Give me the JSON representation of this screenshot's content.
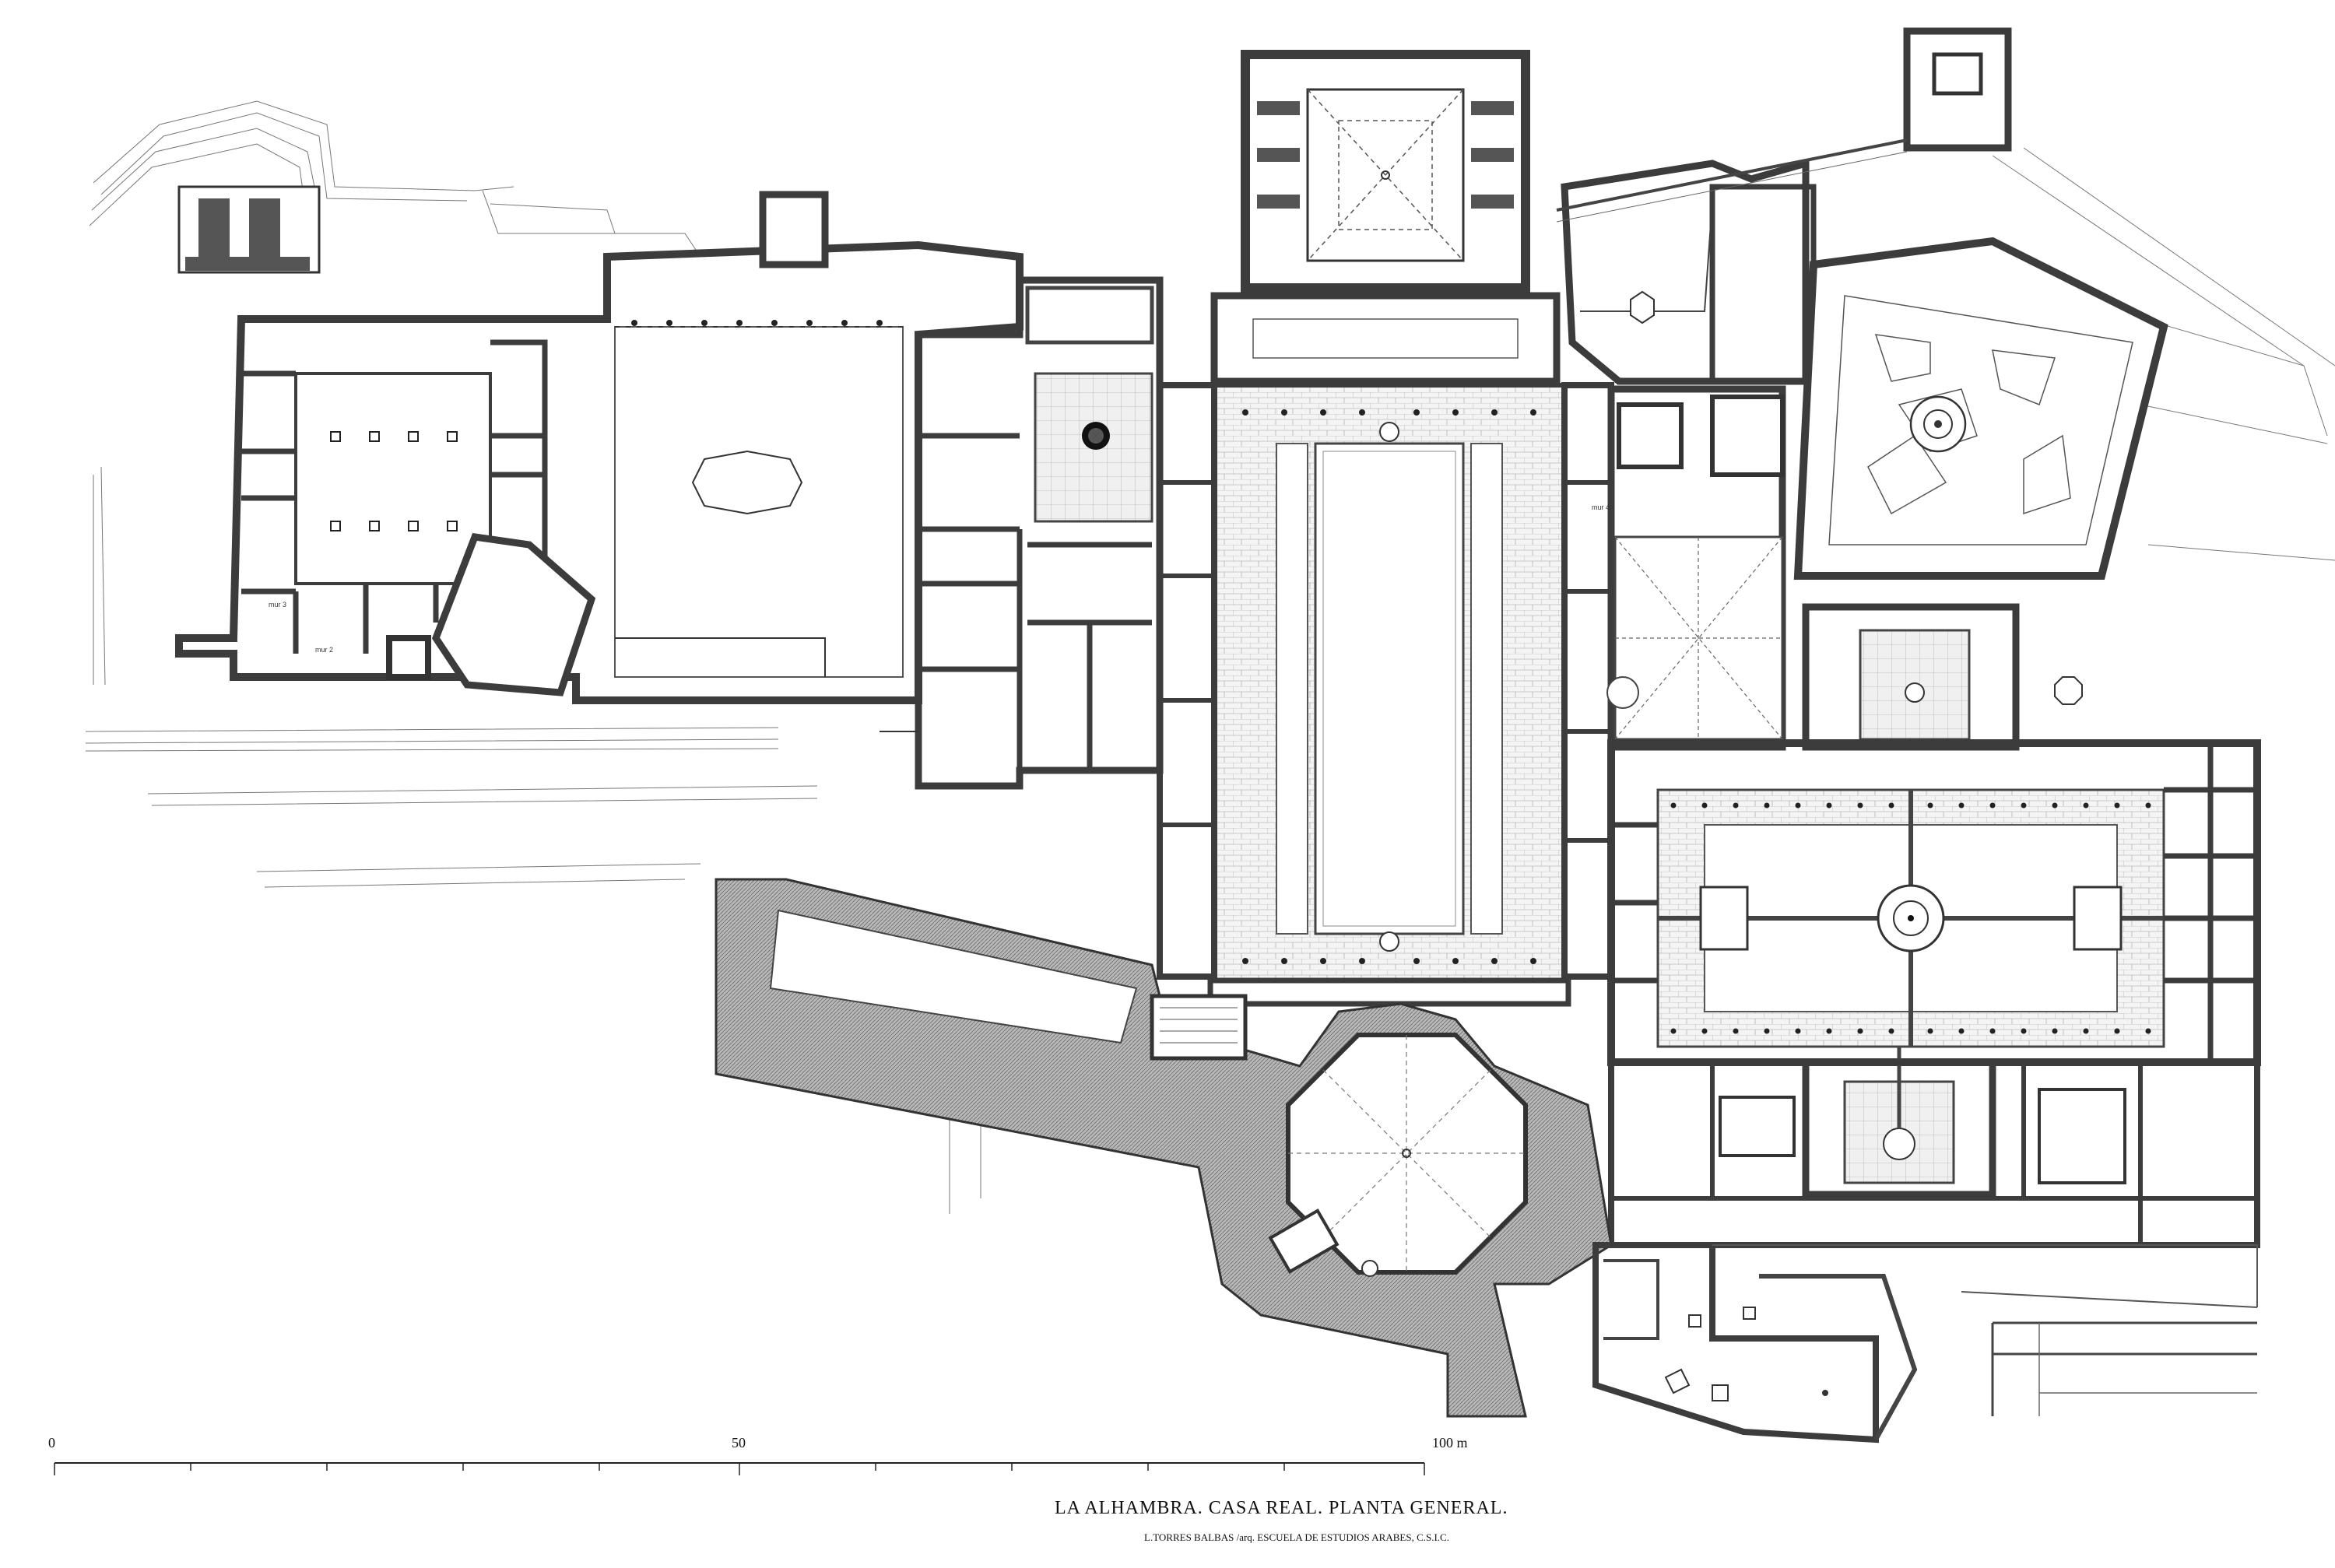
{
  "title": "LA ALHAMBRA. CASA REAL. PLANTA GENERAL.",
  "credit": "L.TORRES BALBAS /arq. ESCUELA DE ESTUDIOS ARABES, C.S.I.C.",
  "scale": {
    "labels": [
      "0",
      "50",
      "100 m"
    ]
  },
  "room_labels": {
    "a": "mur 3",
    "b": "mur 2",
    "c": "mur 4"
  },
  "colors": {
    "wall": "#4a4a4a",
    "hatch": "#8a8a8a",
    "line": "#333333",
    "paving": "#9a9a9a"
  }
}
